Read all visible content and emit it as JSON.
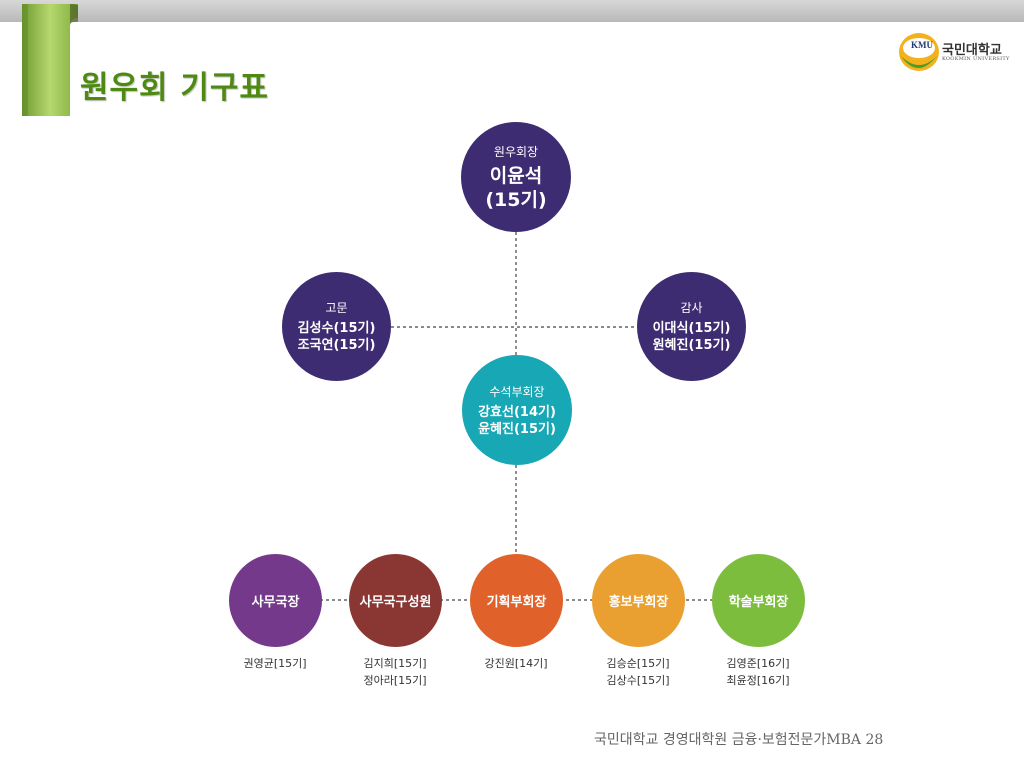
{
  "page": {
    "title": "원우회 기구표"
  },
  "logo": {
    "mark": "KMU",
    "name_kr": "국민대학교",
    "name_en": "KOOKMIN UNIVERSITY"
  },
  "org": {
    "president": {
      "role": "원우회장",
      "name": "이윤석",
      "term": "(15기)"
    },
    "advisor": {
      "role": "고문",
      "members": [
        "김성수(15기)",
        "조국연(15기)"
      ]
    },
    "auditor": {
      "role": "감사",
      "members": [
        "이대식(15기)",
        "원혜진(15기)"
      ]
    },
    "senior_vp": {
      "role": "수석부회장",
      "members": [
        "강효선(14기)",
        "윤혜진(15기)"
      ]
    },
    "departments": [
      {
        "label": "사무국장",
        "members": [
          "권영균[15기]"
        ]
      },
      {
        "label": "사무국구성원",
        "members": [
          "김지희[15기]",
          "정아라[15기]"
        ]
      },
      {
        "label": "기획부회장",
        "members": [
          "강진원[14기]"
        ]
      },
      {
        "label": "홍보부회장",
        "members": [
          "김승순[15기]",
          "김상수[15기]"
        ]
      },
      {
        "label": "학술부회장",
        "members": [
          "김영준[16기]",
          "최윤정[16기]"
        ]
      }
    ]
  },
  "footer": {
    "text": "국민대학교 경영대학원 금융·보험전문가MBA 28"
  }
}
